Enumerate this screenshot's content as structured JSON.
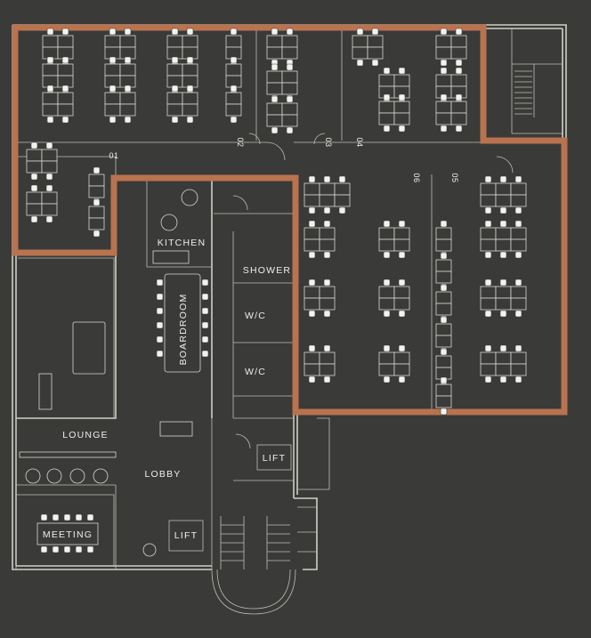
{
  "plan": {
    "rooms": {
      "kitchen": "KITCHEN",
      "shower": "SHOWER",
      "wc1": "W/C",
      "wc2": "W/C",
      "boardroom": "BOARDROOM",
      "lounge": "LOUNGE",
      "lobby": "LOBBY",
      "lift1": "LIFT",
      "lift2": "LIFT",
      "meeting": "MEETING"
    },
    "zones": {
      "z01": "01",
      "z02": "02",
      "z03": "03",
      "z04": "04",
      "z05": "05",
      "z06": "06"
    },
    "colors": {
      "background": "#3a3a38",
      "walls": "#cfcfc8",
      "highlight": "#b8734f"
    }
  }
}
